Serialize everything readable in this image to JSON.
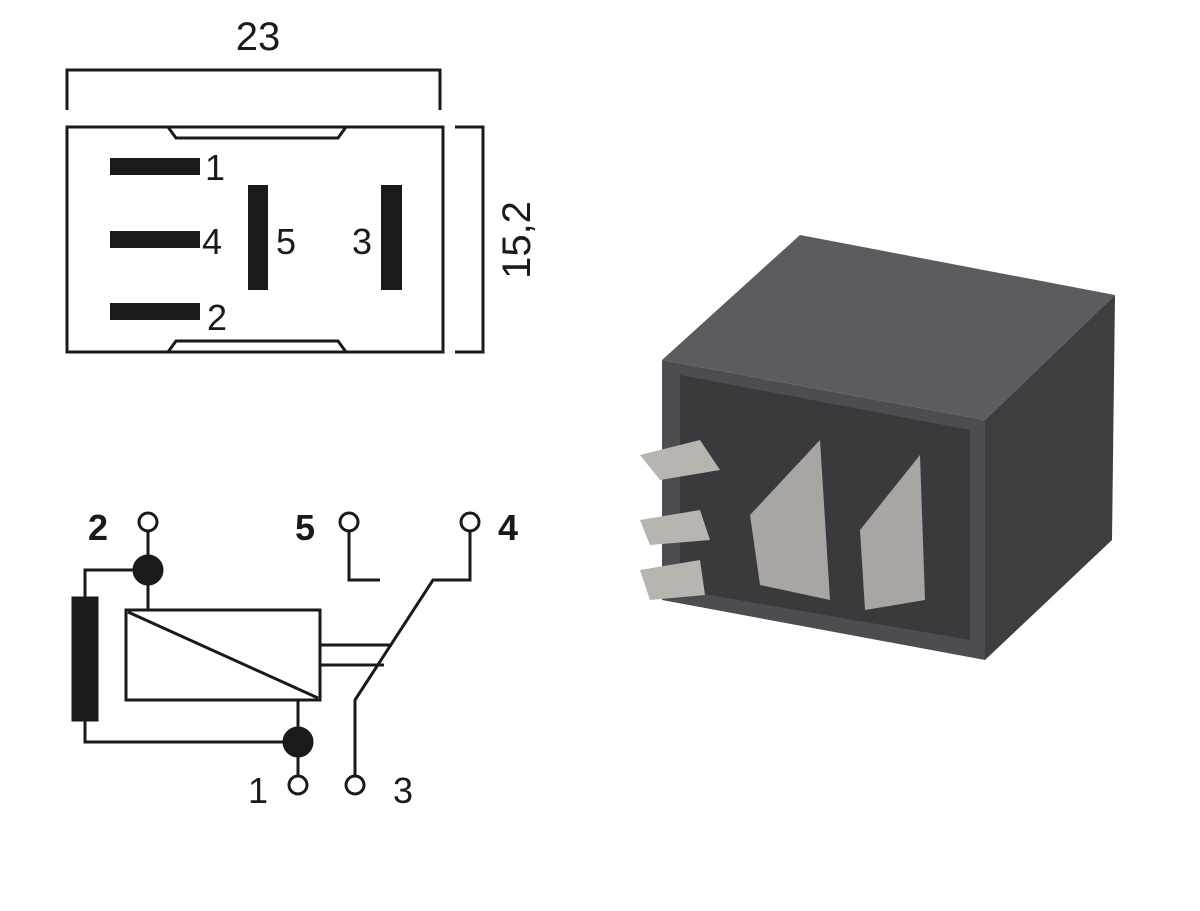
{
  "footprint": {
    "width_dim": "23",
    "height_dim": "15,2",
    "pins": [
      "1",
      "4",
      "2",
      "5",
      "3"
    ]
  },
  "schematic": {
    "terminals": [
      "2",
      "5",
      "4",
      "1",
      "3"
    ]
  },
  "colors": {
    "line": "#1a1a1a",
    "relay_body": "#4a4a4c",
    "relay_top": "#5b5b5e",
    "pin": "#b8b4b0"
  }
}
